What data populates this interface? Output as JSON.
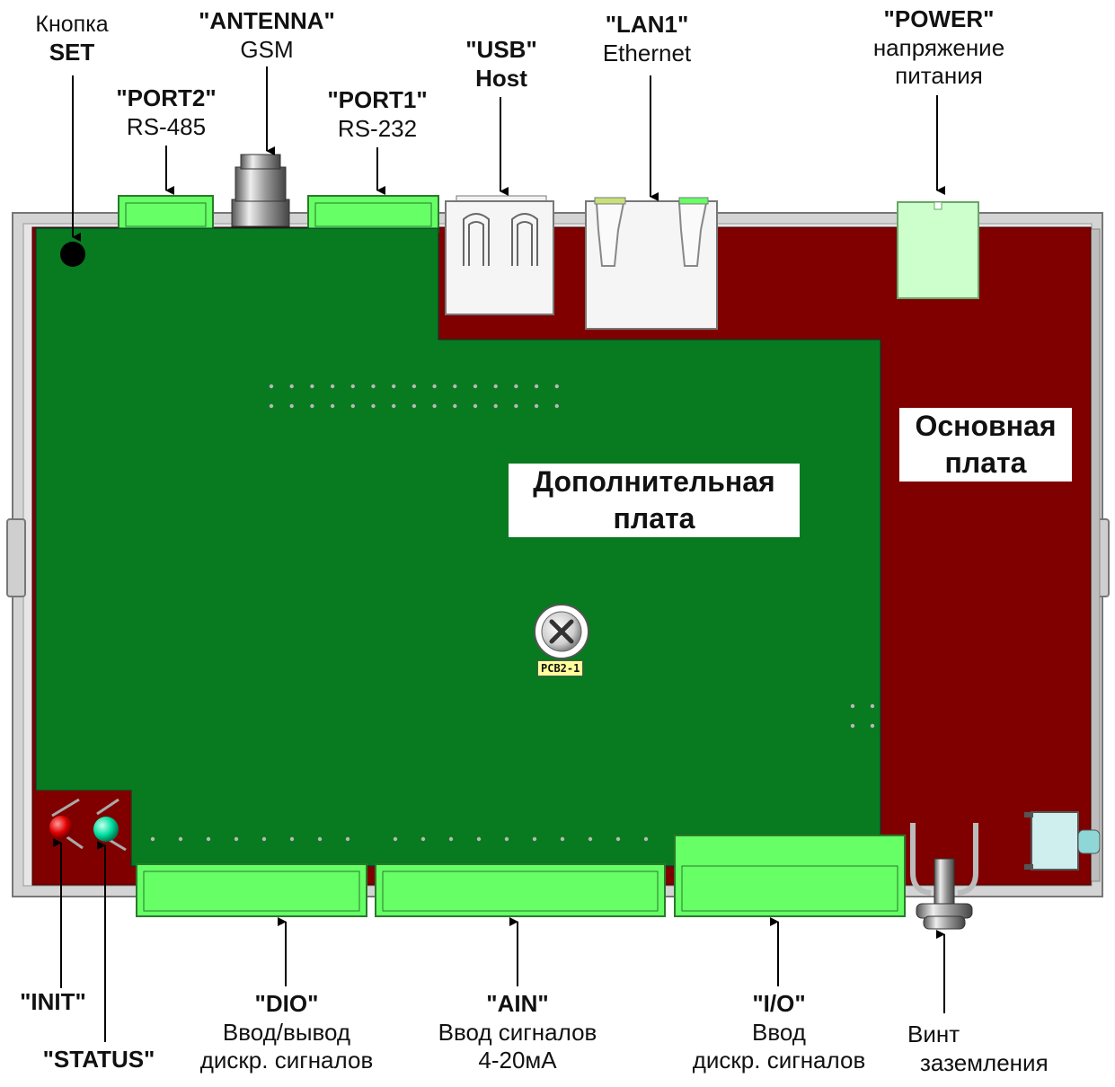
{
  "labels": {
    "set": {
      "line1": "Кнопка",
      "line2": "SET"
    },
    "antenna": {
      "line1": "\"ANTENNA\"",
      "line2": "GSM"
    },
    "port2": {
      "line1": "\"PORT2\"",
      "line2": "RS-485"
    },
    "port1": {
      "line1": "\"PORT1\"",
      "line2": "RS-232"
    },
    "usb": {
      "line1": "\"USB\"",
      "line2": "Host"
    },
    "lan1": {
      "line1": "\"LAN1\"",
      "line2": "Ethernet"
    },
    "power": {
      "line1": "\"POWER\"",
      "line2": "напряжение",
      "line3": "питания"
    },
    "init": {
      "line1": "\"INIT\""
    },
    "status": {
      "line1": "\"STATUS\""
    },
    "dio": {
      "line1": "\"DIO\"",
      "line2": "Ввод/вывод",
      "line3": "дискр. сигналов"
    },
    "ain": {
      "line1": "\"AIN\"",
      "line2": "Ввод сигналов",
      "line3": "4-20мА"
    },
    "io": {
      "line1": "\"I/O\"",
      "line2": "Ввод",
      "line3": "дискр. сигналов"
    },
    "ground": {
      "line1": "Винт",
      "line2": "заземления"
    }
  },
  "boards": {
    "main": {
      "line1": "Основная",
      "line2": "плата"
    },
    "extra": {
      "line1": "Дополнительная",
      "line2": "плата"
    }
  },
  "screw_tag": "PCB2-1",
  "colors": {
    "main_board": "#800000",
    "extra_board": "#087a1f",
    "connector": "#66ff66",
    "connector_light": "#ccffcc",
    "enclosure": "#d4d4d4",
    "led_init": "#e00000",
    "led_status": "#00e0a0"
  }
}
